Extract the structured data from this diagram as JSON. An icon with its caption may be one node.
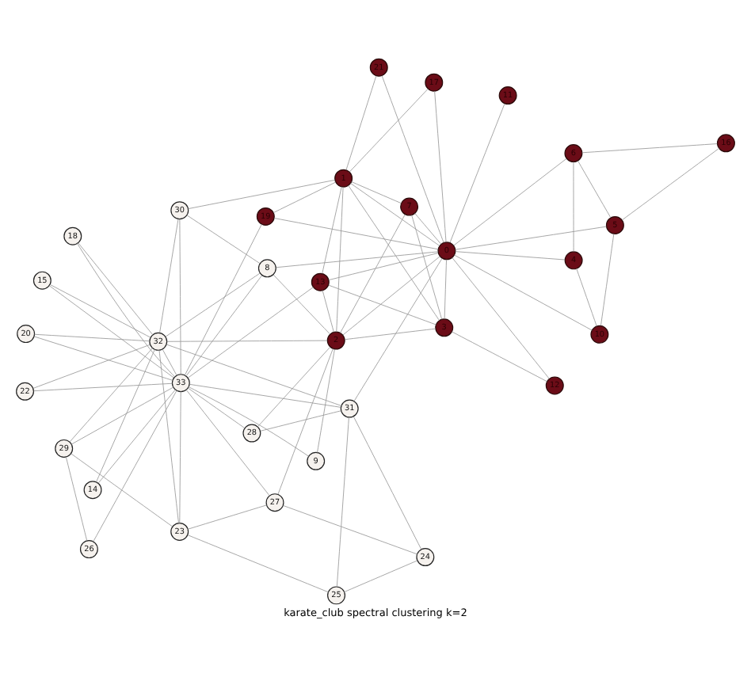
{
  "diagram": {
    "caption": "karate_club spectral clustering k=2",
    "nodes": [
      {
        "text": [
          "0"
        ]
      },
      {
        "text": [
          "1"
        ]
      },
      {
        "text": [
          "2"
        ]
      },
      {
        "text": [
          "3"
        ]
      },
      {
        "text": [
          "4"
        ]
      },
      {
        "text": [
          "5"
        ]
      },
      {
        "text": [
          "6"
        ]
      },
      {
        "text": [
          "7"
        ]
      },
      {
        "text": [
          "8"
        ]
      },
      {
        "text": [
          "9"
        ]
      },
      {
        "text": [
          "10"
        ]
      },
      {
        "text": [
          "11"
        ]
      },
      {
        "text": [
          "12"
        ]
      },
      {
        "text": [
          "13"
        ]
      },
      {
        "text": [
          "14"
        ]
      },
      {
        "text": [
          "15"
        ]
      },
      {
        "text": [
          "16"
        ]
      },
      {
        "text": [
          "17"
        ]
      },
      {
        "text": [
          "18"
        ]
      },
      {
        "text": [
          "19"
        ]
      },
      {
        "text": [
          "20"
        ]
      },
      {
        "text": [
          "21"
        ]
      },
      {
        "text": [
          "22"
        ]
      },
      {
        "text": [
          "23"
        ]
      },
      {
        "text": [
          "24"
        ]
      },
      {
        "text": [
          "25"
        ]
      },
      {
        "text": [
          "26"
        ]
      },
      {
        "text": [
          "27"
        ]
      },
      {
        "text": [
          "28"
        ]
      },
      {
        "text": [
          "29"
        ]
      },
      {
        "text": [
          "30"
        ]
      },
      {
        "text": [
          "31"
        ]
      },
      {
        "text": [
          "32"
        ]
      },
      {
        "text": [
          "33"
        ]
      }
    ],
    "edges": [
      {
        "from": 0,
        "to": 1,
        "arrow": "none"
      },
      {
        "from": 0,
        "to": 2,
        "arrow": "none"
      },
      {
        "from": 0,
        "to": 3,
        "arrow": "none"
      },
      {
        "from": 0,
        "to": 4,
        "arrow": "none"
      },
      {
        "from": 0,
        "to": 5,
        "arrow": "none"
      },
      {
        "from": 0,
        "to": 6,
        "arrow": "none"
      },
      {
        "from": 0,
        "to": 7,
        "arrow": "none"
      },
      {
        "from": 0,
        "to": 8,
        "arrow": "none"
      },
      {
        "from": 0,
        "to": 10,
        "arrow": "none"
      },
      {
        "from": 0,
        "to": 11,
        "arrow": "none"
      },
      {
        "from": 0,
        "to": 12,
        "arrow": "none"
      },
      {
        "from": 0,
        "to": 13,
        "arrow": "none"
      },
      {
        "from": 0,
        "to": 17,
        "arrow": "none"
      },
      {
        "from": 0,
        "to": 19,
        "arrow": "none"
      },
      {
        "from": 0,
        "to": 21,
        "arrow": "none"
      },
      {
        "from": 0,
        "to": 31,
        "arrow": "none"
      },
      {
        "from": 1,
        "to": 2,
        "arrow": "none"
      },
      {
        "from": 1,
        "to": 3,
        "arrow": "none"
      },
      {
        "from": 1,
        "to": 7,
        "arrow": "none"
      },
      {
        "from": 1,
        "to": 13,
        "arrow": "none"
      },
      {
        "from": 1,
        "to": 17,
        "arrow": "none"
      },
      {
        "from": 1,
        "to": 19,
        "arrow": "none"
      },
      {
        "from": 1,
        "to": 21,
        "arrow": "none"
      },
      {
        "from": 1,
        "to": 30,
        "arrow": "none"
      },
      {
        "from": 2,
        "to": 3,
        "arrow": "none"
      },
      {
        "from": 2,
        "to": 7,
        "arrow": "none"
      },
      {
        "from": 2,
        "to": 8,
        "arrow": "none"
      },
      {
        "from": 2,
        "to": 9,
        "arrow": "none"
      },
      {
        "from": 2,
        "to": 13,
        "arrow": "none"
      },
      {
        "from": 2,
        "to": 27,
        "arrow": "none"
      },
      {
        "from": 2,
        "to": 28,
        "arrow": "none"
      },
      {
        "from": 2,
        "to": 32,
        "arrow": "none"
      },
      {
        "from": 3,
        "to": 7,
        "arrow": "none"
      },
      {
        "from": 3,
        "to": 12,
        "arrow": "none"
      },
      {
        "from": 3,
        "to": 13,
        "arrow": "none"
      },
      {
        "from": 4,
        "to": 6,
        "arrow": "none"
      },
      {
        "from": 4,
        "to": 10,
        "arrow": "none"
      },
      {
        "from": 5,
        "to": 6,
        "arrow": "none"
      },
      {
        "from": 5,
        "to": 10,
        "arrow": "none"
      },
      {
        "from": 5,
        "to": 16,
        "arrow": "none"
      },
      {
        "from": 6,
        "to": 16,
        "arrow": "none"
      },
      {
        "from": 8,
        "to": 30,
        "arrow": "none"
      },
      {
        "from": 8,
        "to": 32,
        "arrow": "none"
      },
      {
        "from": 8,
        "to": 33,
        "arrow": "none"
      },
      {
        "from": 9,
        "to": 33,
        "arrow": "none"
      },
      {
        "from": 13,
        "to": 33,
        "arrow": "none"
      },
      {
        "from": 14,
        "to": 32,
        "arrow": "none"
      },
      {
        "from": 14,
        "to": 33,
        "arrow": "none"
      },
      {
        "from": 15,
        "to": 32,
        "arrow": "none"
      },
      {
        "from": 15,
        "to": 33,
        "arrow": "none"
      },
      {
        "from": 18,
        "to": 32,
        "arrow": "none"
      },
      {
        "from": 18,
        "to": 33,
        "arrow": "none"
      },
      {
        "from": 19,
        "to": 33,
        "arrow": "none"
      },
      {
        "from": 20,
        "to": 32,
        "arrow": "none"
      },
      {
        "from": 20,
        "to": 33,
        "arrow": "none"
      },
      {
        "from": 22,
        "to": 32,
        "arrow": "none"
      },
      {
        "from": 22,
        "to": 33,
        "arrow": "none"
      },
      {
        "from": 23,
        "to": 25,
        "arrow": "none"
      },
      {
        "from": 23,
        "to": 27,
        "arrow": "none"
      },
      {
        "from": 23,
        "to": 29,
        "arrow": "none"
      },
      {
        "from": 23,
        "to": 32,
        "arrow": "none"
      },
      {
        "from": 23,
        "to": 33,
        "arrow": "none"
      },
      {
        "from": 24,
        "to": 25,
        "arrow": "none"
      },
      {
        "from": 24,
        "to": 27,
        "arrow": "none"
      },
      {
        "from": 24,
        "to": 31,
        "arrow": "none"
      },
      {
        "from": 25,
        "to": 31,
        "arrow": "none"
      },
      {
        "from": 26,
        "to": 29,
        "arrow": "none"
      },
      {
        "from": 26,
        "to": 33,
        "arrow": "none"
      },
      {
        "from": 27,
        "to": 33,
        "arrow": "none"
      },
      {
        "from": 28,
        "to": 31,
        "arrow": "none"
      },
      {
        "from": 28,
        "to": 33,
        "arrow": "none"
      },
      {
        "from": 29,
        "to": 32,
        "arrow": "none"
      },
      {
        "from": 29,
        "to": 33,
        "arrow": "none"
      },
      {
        "from": 30,
        "to": 32,
        "arrow": "none"
      },
      {
        "from": 30,
        "to": 33,
        "arrow": "none"
      },
      {
        "from": 31,
        "to": 32,
        "arrow": "none"
      },
      {
        "from": 31,
        "to": 33,
        "arrow": "none"
      },
      {
        "from": 32,
        "to": 33,
        "arrow": "none"
      }
    ]
  }
}
